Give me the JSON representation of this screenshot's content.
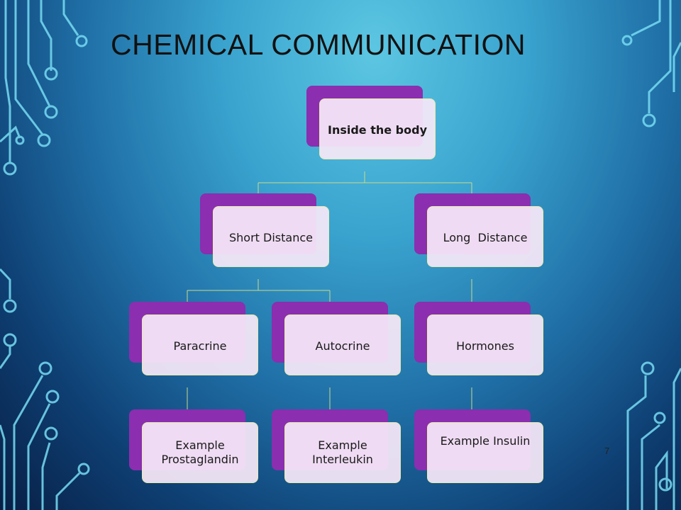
{
  "slide": {
    "title": "CHEMICAL COMMUNICATION",
    "page_number": "7"
  },
  "diagram": {
    "root": {
      "label": "Inside the body"
    },
    "branches": [
      {
        "label": "Short Distance",
        "children": [
          {
            "label": "Paracrine",
            "example": "Example Prostaglandin"
          },
          {
            "label": "Autocrine",
            "example": "Example Interleukin"
          }
        ]
      },
      {
        "label": "Long  Distance",
        "children": [
          {
            "label": "Hormones",
            "example": "Example Insulin"
          }
        ]
      }
    ]
  },
  "colors": {
    "box_back": "#8b2eb0",
    "box_front": "#f6e8f8",
    "connector": "#c9d98a",
    "circuit": "#6fd6f0"
  }
}
